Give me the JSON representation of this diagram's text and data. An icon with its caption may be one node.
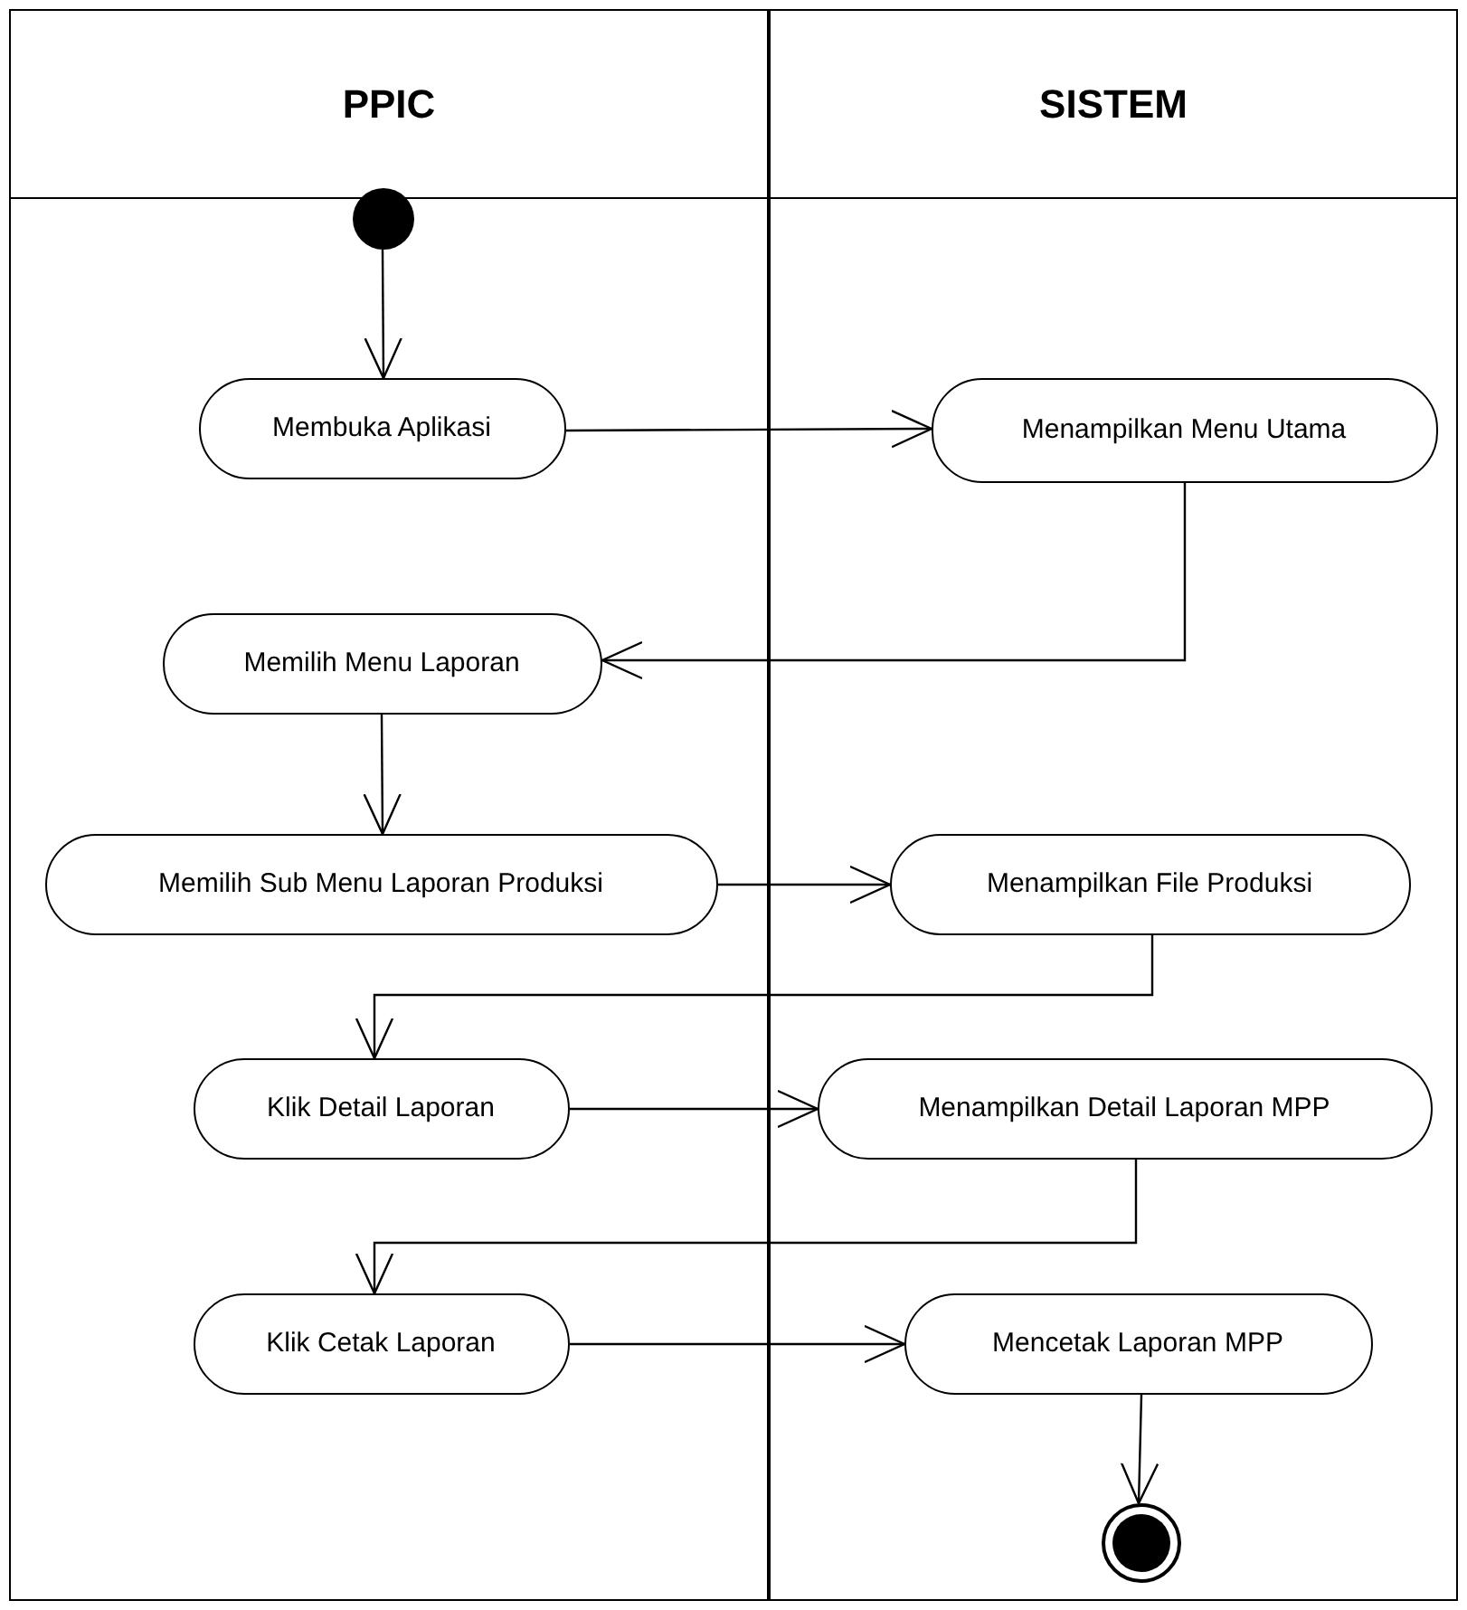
{
  "diagram": {
    "nodes": [
      {
        "text": [
          "PPIC"
        ]
      },
      {
        "text": [
          "SISTEM"
        ]
      },
      {
        "text": [],
        "shape": "circle",
        "in": 0
      },
      {
        "text": [
          "Membuka Aplikasi"
        ],
        "in": 0
      },
      {
        "text": [
          "Menampilkan Menu Utama"
        ],
        "in": 1
      },
      {
        "text": [
          "Memilih Menu Laporan"
        ],
        "in": 0
      },
      {
        "text": [
          "Memilih Sub Menu Laporan Produksi"
        ],
        "in": 0
      },
      {
        "text": [
          "Menampilkan File Produksi"
        ],
        "in": 1
      },
      {
        "text": [
          "Klik Detail Laporan"
        ],
        "in": 0
      },
      {
        "text": [
          "Menampilkan Detail Laporan MPP"
        ],
        "in": 1
      },
      {
        "text": [
          "Klik Cetak Laporan"
        ],
        "in": 0
      },
      {
        "text": [
          "Mencetak Laporan MPP"
        ],
        "in": 1
      },
      {
        "text": [],
        "shape": "circle",
        "in": 1
      }
    ],
    "edges": [
      {
        "from": 2,
        "to": 3,
        "arrow": "to"
      },
      {
        "from": 3,
        "to": 4,
        "arrow": "to"
      },
      {
        "from": 4,
        "to": 5,
        "arrow": "to"
      },
      {
        "from": 5,
        "to": 6,
        "arrow": "to"
      },
      {
        "from": 6,
        "to": 7,
        "arrow": "to"
      },
      {
        "from": 7,
        "to": 8,
        "arrow": "to"
      },
      {
        "from": 8,
        "to": 9,
        "arrow": "to"
      },
      {
        "from": 9,
        "to": 10,
        "arrow": "to"
      },
      {
        "from": 10,
        "to": 11,
        "arrow": "to"
      },
      {
        "from": 11,
        "to": 12,
        "arrow": "to"
      }
    ]
  }
}
